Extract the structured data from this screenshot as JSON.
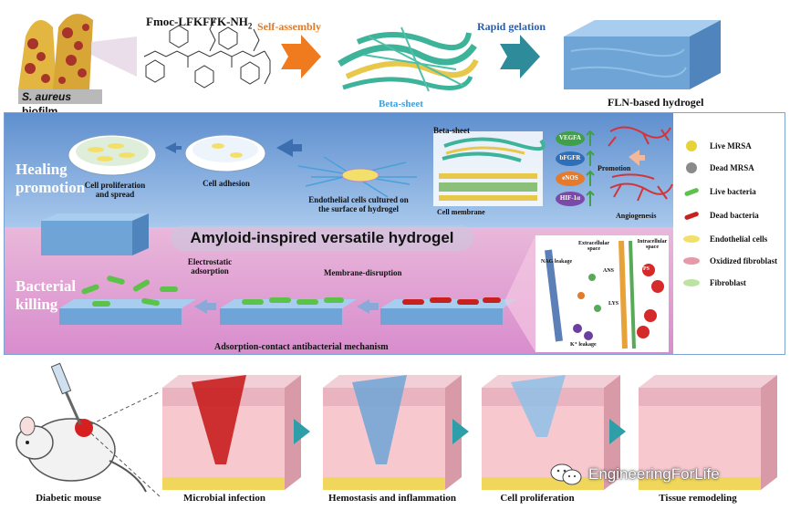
{
  "top": {
    "biofilm_label_italic": "S. aureus",
    "biofilm_label_rest": " biofilm",
    "peptide_label": "Fmoc-LFKFFK-NH",
    "peptide_subscript": "2",
    "self_assembly": "Self-assembly",
    "rapid_gelation": "Rapid gelation",
    "beta_sheet": "Beta-sheet",
    "hydrogel": "FLN-based hydrogel"
  },
  "middle": {
    "healing_title_1": "Healing",
    "healing_title_2": "promotion",
    "bacterial_title_1": "Bacterial",
    "bacterial_title_2": "killing",
    "banner": "Amyloid-inspired versatile hydrogel",
    "cell_prolif_1": "Cell proliferation",
    "cell_prolif_2": "and spread",
    "cell_adhesion": "Cell adhesion",
    "endo_cultured_1": "Endothelial cells cultured on",
    "endo_cultured_2": "the surface of hydrogel",
    "beta_sheet": "Beta-sheet",
    "cell_membrane": "Cell membrane",
    "markers": [
      "VEGFA",
      "bFGFR",
      "eNOS",
      "HIF-1α"
    ],
    "promotion": "Promotion",
    "angiogenesis": "Angiogenesis",
    "electrostatic_1": "Electrostatic",
    "electrostatic_2": "adsorption",
    "membrane_disruption": "Membrane-disruption",
    "mechanism": "Adsorption-contact antibacterial mechanism",
    "extracellular_space": "Extracellular space",
    "intracellular_space": "Intracellular space",
    "nag_leakage": "NAG leakage",
    "k_leakage": "K⁺ leakage",
    "ps": "PS",
    "ans": "ANS",
    "lys": "LYS"
  },
  "legend": [
    {
      "label": "Live MRSA",
      "color": "#e8d23a",
      "shape": "circle"
    },
    {
      "label": "Dead MRSA",
      "color": "#8a8a8a",
      "shape": "circle"
    },
    {
      "label": "Live bacteria",
      "color": "#5cc24a",
      "shape": "rod"
    },
    {
      "label": "Dead bacteria",
      "color": "#c8201c",
      "shape": "rod"
    },
    {
      "label": "Endothelial  cells",
      "color": "#f3e06a",
      "shape": "ellipse"
    },
    {
      "label": "Oxidized fibroblast",
      "color": "#e69aa8",
      "shape": "ellipse"
    },
    {
      "label": "Fibroblast",
      "color": "#bde3a2",
      "shape": "ellipse"
    }
  ],
  "bottom": {
    "stages": [
      "Diabetic mouse",
      "Microbial infection",
      "Hemostasis and inflammation",
      "Cell proliferation",
      "Tissue remodeling"
    ]
  },
  "watermark": "EngineeringForLife",
  "colors": {
    "self_assembly_arrow": "#f07b1e",
    "gelation_arrow": "#2e8b9a",
    "hydrogel_blue": "#6fa4d6",
    "stage_arrow": "#2e9fa8",
    "infection_red": "#c81e1e"
  }
}
